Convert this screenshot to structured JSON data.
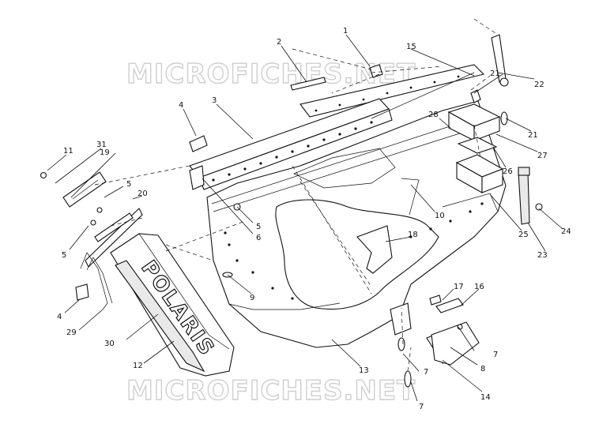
{
  "watermark": {
    "top": "MICROFICHES.NET",
    "bottom": "MICROFICHES.NET"
  },
  "brand_text": "POLARIS",
  "callouts": {
    "c1": "1",
    "c2": "2",
    "c3": "3",
    "c4a": "4",
    "c4b": "4",
    "c5a": "5",
    "c5b": "5",
    "c5c": "5",
    "c6": "6",
    "c7a": "7",
    "c7b": "7",
    "c7c": "7",
    "c8": "8",
    "c9": "9",
    "c10": "10",
    "c11": "11",
    "c12": "12",
    "c13": "13",
    "c14": "14",
    "c15": "15",
    "c16": "16",
    "c17": "17",
    "c18": "18",
    "c19": "19",
    "c20": "20",
    "c21a": "21",
    "c21b": "21",
    "c22": "22",
    "c23": "23",
    "c24": "24",
    "c25": "25",
    "c26": "26",
    "c27": "27",
    "c28": "28",
    "c29": "29",
    "c30": "30",
    "c31": "31"
  }
}
